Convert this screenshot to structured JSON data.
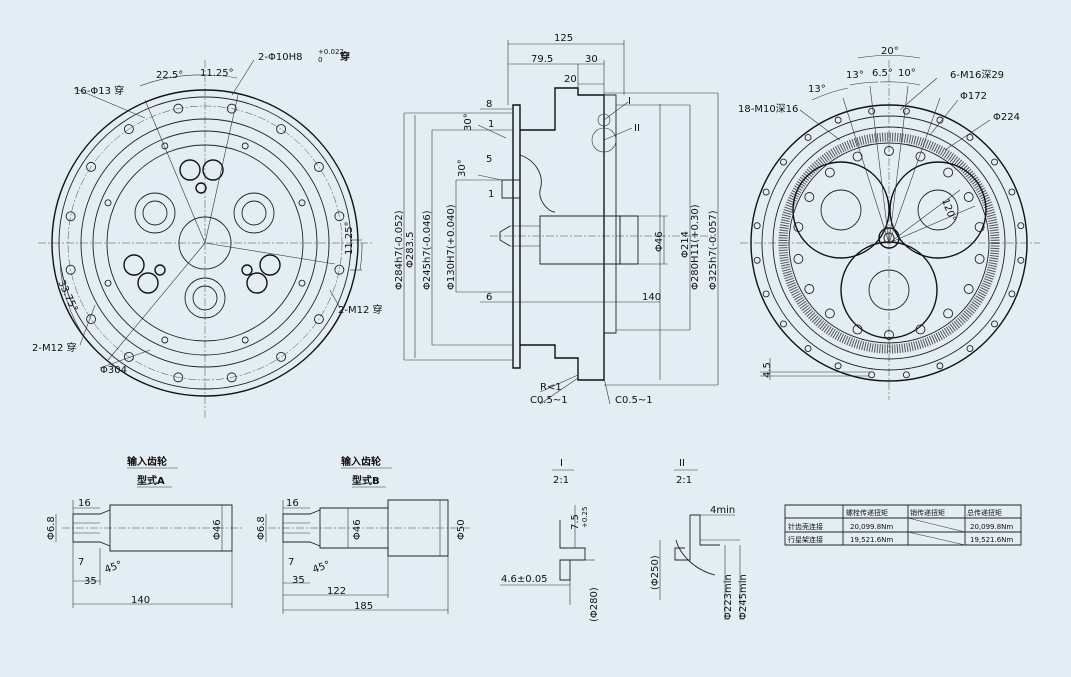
{
  "front_view": {
    "holes_16": "16-Φ13 穿",
    "dowel": "2-Φ10H8",
    "dowel_tol": "+0.022",
    "dowel_tol_low": "0",
    "dowel_suffix": "穿",
    "angle_225": "22.5°",
    "angle_1125_top": "11.25°",
    "angle_1125_right": "11.25°",
    "angle_3375": "33.75°",
    "m12_right": "2-M12 穿",
    "m12_left": "2-M12 穿",
    "dia_304": "Φ304"
  },
  "section_view": {
    "d125": "125",
    "d795": "79.5",
    "d30": "30",
    "d20": "20",
    "d8": "8",
    "d1a": "1",
    "ang30a": "30°",
    "d5": "5",
    "ang30b": "30°",
    "d1b": "1",
    "d6": "6",
    "d140": "140",
    "mark_I": "I",
    "mark_II": "II",
    "r1": "R<1",
    "c05a": "C0.5~1",
    "c05b": "C0.5~1",
    "phi284": "Φ284h7(-0.052)",
    "phi2835": "Φ283.5",
    "phi245": "Φ245h7(-0.046)",
    "phi130": "Φ130H7(+0.040)",
    "phi46": "Φ46",
    "phi214": "Φ214",
    "phi280": "Φ280H11(+0.30)",
    "phi325": "Φ325h7(-0.057)"
  },
  "rear_view": {
    "ang20": "20°",
    "ang13a": "13°",
    "ang13b": "13°",
    "ang65": "6.5°",
    "ang10": "10°",
    "m16": "6-M16深29",
    "m10": "18-M10深16",
    "phi172": "Φ172",
    "phi224": "Φ224",
    "ang120": "120°",
    "d45": "4.5"
  },
  "gear_a": {
    "title1": "输入齿轮",
    "title2": "型式A",
    "d16": "16",
    "phi68": "Φ6.8",
    "d7": "7",
    "d35": "35",
    "ang45": "45°",
    "phi46": "Φ46",
    "d140": "140"
  },
  "gear_b": {
    "title1": "输入齿轮",
    "title2": "型式B",
    "d16": "16",
    "phi68": "Φ6.8",
    "d7": "7",
    "d35": "35",
    "ang45": "45°",
    "phi46": "Φ46",
    "phi50": "Φ50",
    "d122": "122",
    "d185": "185"
  },
  "detail_I": {
    "label": "I",
    "scale": "2:1",
    "d75": "7.5",
    "d75_tol": "+0.25",
    "d46": "4.6±0.05",
    "phi280": "(Φ280)"
  },
  "detail_II": {
    "label": "II",
    "scale": "2:1",
    "min4": "4min",
    "phi250": "(Φ250)",
    "phi223": "Φ223min",
    "phi245": "Φ245min"
  },
  "torque_table": {
    "headers": [
      "",
      "螺栓传递扭矩",
      "销传递扭矩",
      "总传递扭矩"
    ],
    "rows": [
      [
        "针齿壳连接",
        "20,099.8Nm",
        "",
        "20,099.8Nm"
      ],
      [
        "行星架连接",
        "19,521.6Nm",
        "",
        "19,521.6Nm"
      ]
    ]
  }
}
